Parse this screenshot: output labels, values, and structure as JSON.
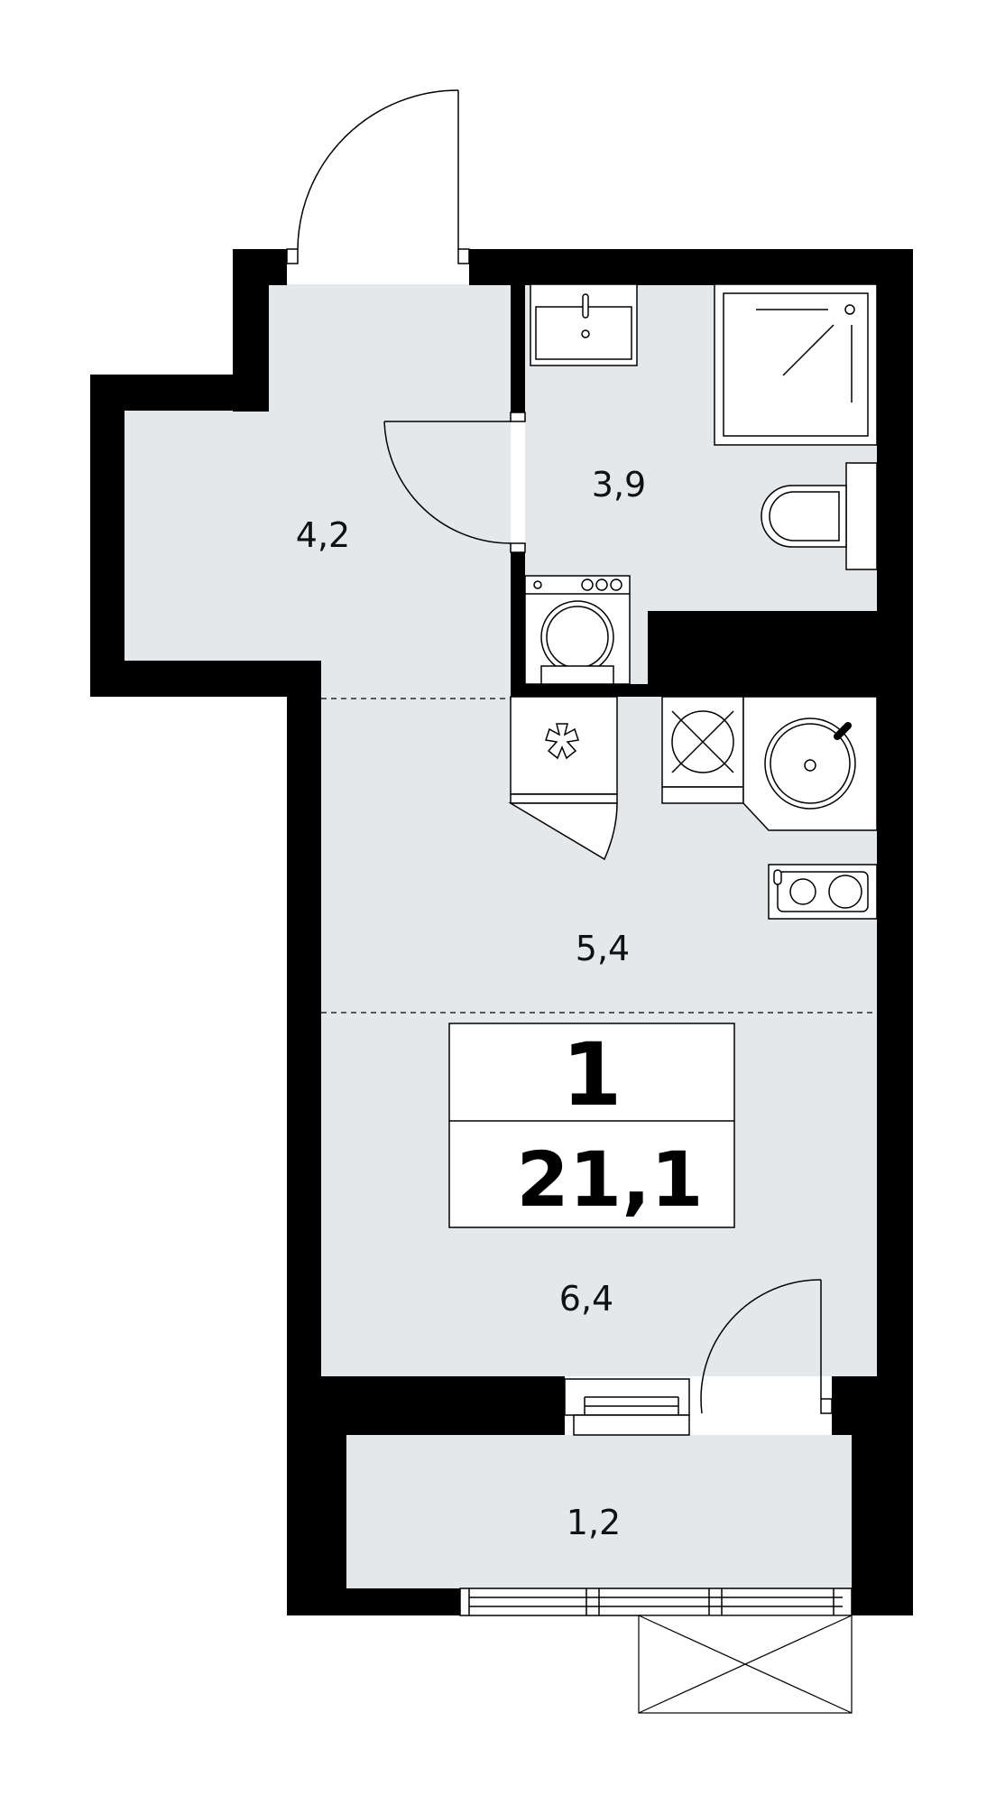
{
  "plan": {
    "rooms": [
      {
        "id": "hall",
        "area": "4,2"
      },
      {
        "id": "bathroom",
        "area": "3,9"
      },
      {
        "id": "kitchen",
        "area": "5,4"
      },
      {
        "id": "living",
        "area": "6,4"
      },
      {
        "id": "balcony",
        "area": "1,2"
      }
    ],
    "summary": {
      "room_count": "1",
      "total_area": "21,1"
    },
    "colors": {
      "wall": "#000000",
      "floor": "#e5e8eb",
      "background": "#ffffff",
      "line": "#000000"
    }
  }
}
